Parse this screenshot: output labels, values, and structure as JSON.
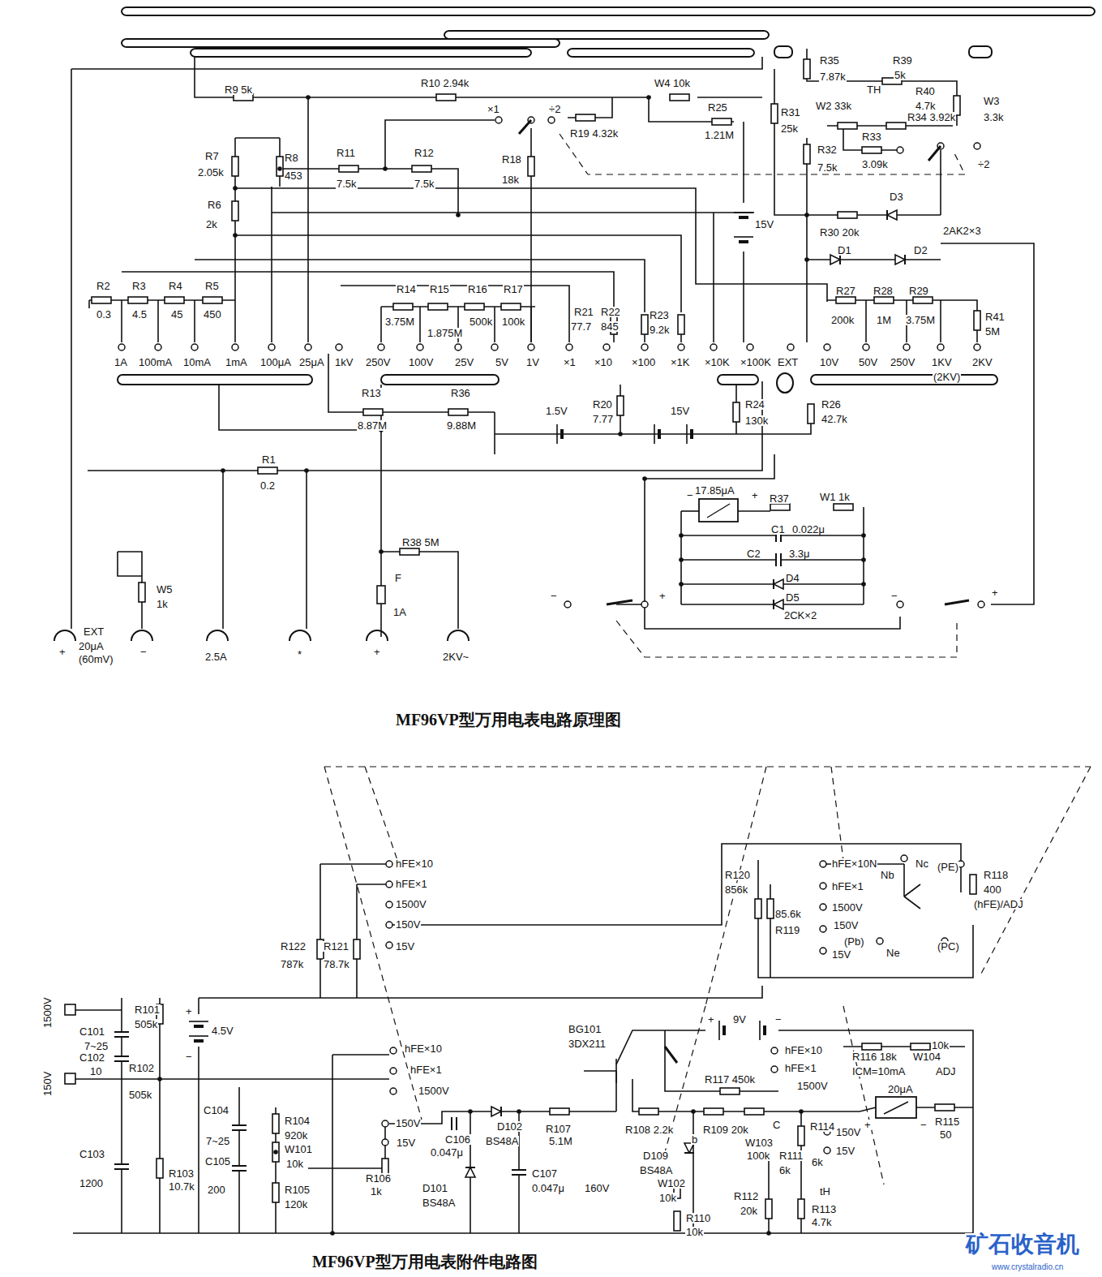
{
  "diagram": {
    "title": "MF96VP型万用电表电路原理图",
    "caption": "MF96VP型万用电表附件电路图",
    "labels": [
      "R9 5k",
      "R10 2.94k",
      "W4 10k",
      "R25",
      "1.21M",
      "×1",
      "÷2",
      "R19 4.32k",
      "R18",
      "18k",
      "R7",
      "2.05k",
      "R8",
      "453",
      "R11",
      "7.5k",
      "R12",
      "7.5k",
      "R6",
      "2k",
      "15V",
      "R31",
      "25k",
      "R35",
      "7.87k",
      "TH",
      "R39",
      "5k",
      "R40",
      "4.7k",
      "W3",
      "3.3k",
      "W2 33k",
      "R33",
      "3.09k",
      "R34 3.92k",
      "÷2",
      "R32",
      "7.5k",
      "D3",
      "R30 20k",
      "2AK2×3",
      "D1",
      "D2",
      "R2",
      "0.3",
      "R3",
      "4.5",
      "R4",
      "45",
      "R5",
      "450",
      "1A",
      "100mA",
      "10mA",
      "1mA",
      "100μA",
      "25μA",
      "1kV",
      "R14",
      "3.75M",
      "R15",
      "1.875M",
      "R16",
      "500k",
      "R17",
      "100k",
      "250V",
      "100V",
      "25V",
      "5V",
      "1V",
      "R21",
      "77.7",
      "R22",
      "845",
      "R23",
      "9.2k",
      "×1",
      "×10",
      "×100",
      "×1K",
      "×10K",
      "×100K",
      "EXT",
      "R27",
      "200k",
      "R28",
      "1M",
      "R29",
      "3.75M",
      "R41",
      "5M",
      "10V",
      "50V",
      "250V",
      "1KV",
      "(2KV)",
      "2KV",
      "R13",
      "8.87M",
      "R36",
      "9.88M",
      "1.5V",
      "R20",
      "7.77",
      "15V",
      "R24",
      "130k",
      "R26",
      "42.7k",
      "R1",
      "0.2",
      "17.85μA",
      "R37",
      "W1 1k",
      "C1",
      "0.022μ",
      "C2",
      "3.3μ",
      "D4",
      "D5",
      "2CK×2",
      "R38 5M",
      "F",
      "1A",
      "W5",
      "1k",
      "EXT",
      "20μA",
      "(60mV)",
      "2.5A",
      "*",
      "2KV~",
      "+",
      "−",
      "+",
      "−",
      "+",
      "−",
      "+",
      "−",
      "+",
      "hFE×10",
      "hFE×1",
      "1500V",
      "150V",
      "15V",
      "R122",
      "787k",
      "R121",
      "78.7k",
      "1500V",
      "150V",
      "C101",
      "7~25",
      "R101",
      "505k",
      "C102",
      "10",
      "R102",
      "505k",
      "C103",
      "1200",
      "R103",
      "10.7k",
      "+",
      "4.5V",
      "−",
      "C104",
      "7~25",
      "C105",
      "200",
      "R104",
      "920k",
      "W101",
      "10k",
      "R105",
      "120k",
      "hFE×10",
      "hFE×1",
      "1500V",
      "150V",
      "15V",
      "R106",
      "1k",
      "C106",
      "0.047μ",
      "D102",
      "BS48A",
      "D101",
      "BS48A",
      "C107",
      "0.047μ",
      "160V",
      "R107",
      "5.1M",
      "BG101",
      "3DX211",
      "+",
      "9V",
      "−",
      "hFE×10",
      "hFE×1",
      "R116 18k",
      "ICM=10mA",
      "W104",
      "10k",
      "ADJ",
      "R117 450k",
      "1500V",
      "R108 2.2k",
      "R109 20k",
      "b",
      "C",
      "W103",
      "100k",
      "R114",
      "6k",
      "R111",
      "6k",
      "150V",
      "15V",
      "20μA",
      "+",
      "−",
      "R115",
      "50",
      "D109",
      "BS48A",
      "W102",
      "10k",
      "R110",
      "10k",
      "R112",
      "20k",
      "tH",
      "R113",
      "4.7k",
      "hFE×10N",
      "Nb",
      "Nc",
      "(PE)",
      "hFE×1",
      "1500V",
      "150V",
      "(Pb)",
      "15V",
      "Ne",
      "(PC)",
      "R118",
      "400",
      "(hFE)/ADJ",
      "R120",
      "856k",
      "R119",
      "85.6k",
      "矿石收音机",
      "www.crystalradio.cn"
    ]
  }
}
